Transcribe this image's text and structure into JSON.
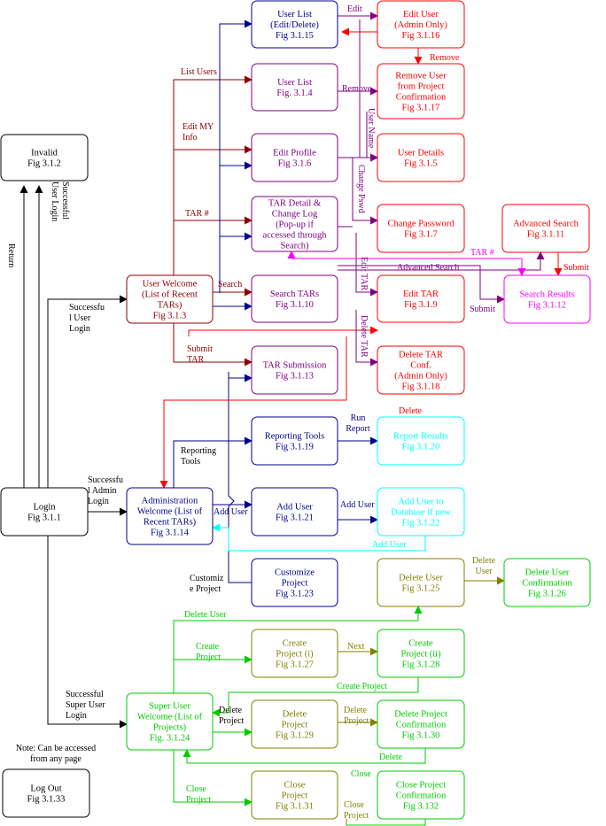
{
  "colors": {
    "black": "#000000",
    "darkred": "#8B0000",
    "red": "#FF0000",
    "purple": "#800080",
    "navy": "#00008B",
    "cyan": "#00FFFF",
    "olive": "#808000",
    "green": "#00CC00",
    "magenta": "#FF00FF"
  },
  "nodes": {
    "invalid": [
      "Invalid",
      "Fig 3.1.2"
    ],
    "login": [
      "Login",
      "Fig 3.1.1"
    ],
    "logout": [
      "Log Out",
      "Fig 3.1.33"
    ],
    "user_welcome": [
      "User Welcome",
      "(List of Recent",
      "TARs)",
      "Fig 3.1.3"
    ],
    "admin_welcome": [
      "Administration",
      "Welcome (List of",
      "Recent TARs)",
      "Fig 3.1.14"
    ],
    "super_welcome": [
      "Super User",
      "Welcome (List of",
      "Projects)",
      "Fig. 3.1.24"
    ],
    "user_list_edit": [
      "User List",
      "(Edit/Delete)",
      "Fig 3.1.15"
    ],
    "user_list": [
      "User List",
      "Fig. 3.1.4"
    ],
    "edit_profile": [
      "Edit Profile",
      "Fig 3.1.6"
    ],
    "tar_detail": [
      "TAR Detail &",
      "Change Log",
      "(Pop-up if",
      "accessed through",
      "Search)"
    ],
    "search_tars": [
      "Search TARs",
      "Fig 3.1.10"
    ],
    "tar_submission": [
      "TAR Submission",
      "Fig 3.1.13"
    ],
    "reporting_tools": [
      "Reporting Tools",
      "Fig 3.1.19"
    ],
    "add_user": [
      "Add User",
      "Fig 3.1.21"
    ],
    "customize_project": [
      "Customize",
      "Project",
      "Fig 3.1.23"
    ],
    "edit_user": [
      "Edit User",
      "(Admin Only)",
      "Fig 3.1.16"
    ],
    "remove_user": [
      "Remove User",
      "from Project",
      "Confirmation",
      "Fig 3.1.17"
    ],
    "user_details": [
      "User Details",
      "Fig 3.1.5"
    ],
    "change_password": [
      "Change Password",
      "Fig 3.1.7"
    ],
    "edit_tar": [
      "Edit TAR",
      "Fig 3.1.9"
    ],
    "delete_tar": [
      "Delete TAR",
      "Conf.",
      "(Admin Only)",
      "Fig 3.1.18"
    ],
    "advanced_search": [
      "Advanced Search",
      "Fig 3.1.11"
    ],
    "search_results": [
      "Search Results",
      "Fig 3.1.12"
    ],
    "report_results": [
      "Report Results",
      "Fig 3.1.20"
    ],
    "add_user_db": [
      "Add User to",
      "Database if new",
      "Fig 3.1.22"
    ],
    "delete_user": [
      "Delete User",
      "Fig 3.1.25"
    ],
    "delete_user_conf": [
      "Delete User",
      "Confirmation",
      "Fig 3.1.26"
    ],
    "create_project_i": [
      "Create",
      "Project (i)",
      "Fig 3.1.27"
    ],
    "create_project_ii": [
      "Create",
      "Project (ii)",
      "Fig 3.1.28"
    ],
    "delete_project": [
      "Delete",
      "Project",
      "Fig 3.1.29"
    ],
    "delete_project_conf": [
      "Delete Project",
      "Confirmation",
      "Fig 3.1.30"
    ],
    "close_project": [
      "Close",
      "Project",
      "Fig 3.1.31"
    ],
    "close_project_conf": [
      "Close Project",
      "Confirmation",
      "Fig 3.132"
    ]
  },
  "labels": {
    "return": [
      "Return"
    ],
    "successful_user_login_v": [
      "Successful",
      "User Login"
    ],
    "successful_1_user_login": [
      "Successfu",
      "l User",
      "Login"
    ],
    "successful_1_admin_login": [
      "Successfu",
      "l Admin",
      "Login"
    ],
    "successful_super_user_login": [
      "Successful",
      "Super User",
      "Login"
    ],
    "note": [
      "Note: Can be accessed",
      "from any page"
    ],
    "list_users": [
      "List Users"
    ],
    "edit_my_info": [
      "Edit MY",
      "Info"
    ],
    "tar_hash": [
      "TAR #"
    ],
    "search": [
      "Search"
    ],
    "submit_tar": [
      "Submit",
      "TAR"
    ],
    "reporting_tools": [
      "Reporting",
      "Tools"
    ],
    "add_user": [
      "Add User"
    ],
    "customize_project": [
      "Customiz",
      "e Project"
    ],
    "edit": [
      "Edit"
    ],
    "remove_top": [
      "Remove"
    ],
    "remove": [
      "Remove"
    ],
    "user_name": [
      "User Name"
    ],
    "change_pswd": [
      "Change Pswd"
    ],
    "edit_tar": [
      "Edit TAR"
    ],
    "delete_tar": [
      "Delete TAR"
    ],
    "tar_hash_magenta": [
      "TAR #"
    ],
    "advanced_search": [
      "Advanced Search"
    ],
    "submit_left": [
      "Submit"
    ],
    "submit_right": [
      "Submit"
    ],
    "delete": [
      "Delete"
    ],
    "run_report": [
      "Run",
      "Report"
    ],
    "add_user_blue": [
      "Add User"
    ],
    "add_user_cyan": [
      "Add User"
    ],
    "delete_user_top": [
      "Delete User"
    ],
    "delete_user_right": [
      "Delete",
      "User"
    ],
    "create_project": [
      "Create",
      "Project"
    ],
    "next": [
      "Next"
    ],
    "create_project_back": [
      "Create Project"
    ],
    "delete_project": [
      "Delete",
      "Project"
    ],
    "delete_olive": [
      "Delete",
      "Project"
    ],
    "delete_back": [
      "Delete"
    ],
    "close_project": [
      "Close",
      "Project"
    ],
    "close_back": [
      "Close"
    ],
    "close_olive": [
      "Close",
      "Project"
    ]
  }
}
